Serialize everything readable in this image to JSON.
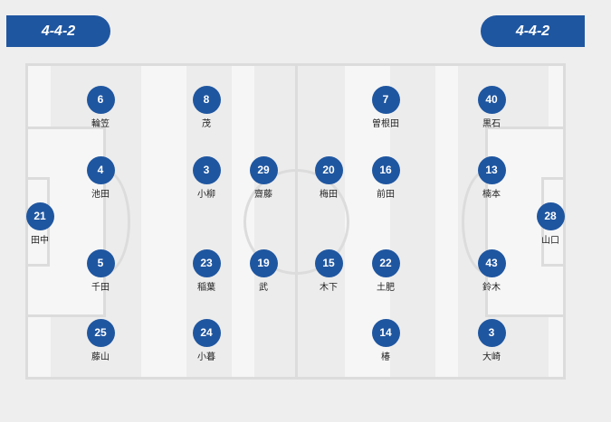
{
  "home": {
    "formation": "4-4-2",
    "players": [
      {
        "number": "21",
        "name": "田中"
      },
      {
        "number": "6",
        "name": "輪笠"
      },
      {
        "number": "4",
        "name": "池田"
      },
      {
        "number": "5",
        "name": "千田"
      },
      {
        "number": "25",
        "name": "藤山"
      },
      {
        "number": "8",
        "name": "茂"
      },
      {
        "number": "3",
        "name": "小柳"
      },
      {
        "number": "23",
        "name": "稲葉"
      },
      {
        "number": "24",
        "name": "小暮"
      },
      {
        "number": "29",
        "name": "齋藤"
      },
      {
        "number": "19",
        "name": "武"
      }
    ]
  },
  "away": {
    "formation": "4-4-2",
    "players": [
      {
        "number": "20",
        "name": "梅田"
      },
      {
        "number": "15",
        "name": "木下"
      },
      {
        "number": "7",
        "name": "曽根田"
      },
      {
        "number": "16",
        "name": "前田"
      },
      {
        "number": "22",
        "name": "土肥"
      },
      {
        "number": "14",
        "name": "椿"
      },
      {
        "number": "40",
        "name": "黒石"
      },
      {
        "number": "13",
        "name": "楠本"
      },
      {
        "number": "43",
        "name": "鈴木"
      },
      {
        "number": "3",
        "name": "大崎"
      },
      {
        "number": "28",
        "name": "山口"
      }
    ]
  },
  "colors": {
    "accent": "#1f56a0"
  }
}
